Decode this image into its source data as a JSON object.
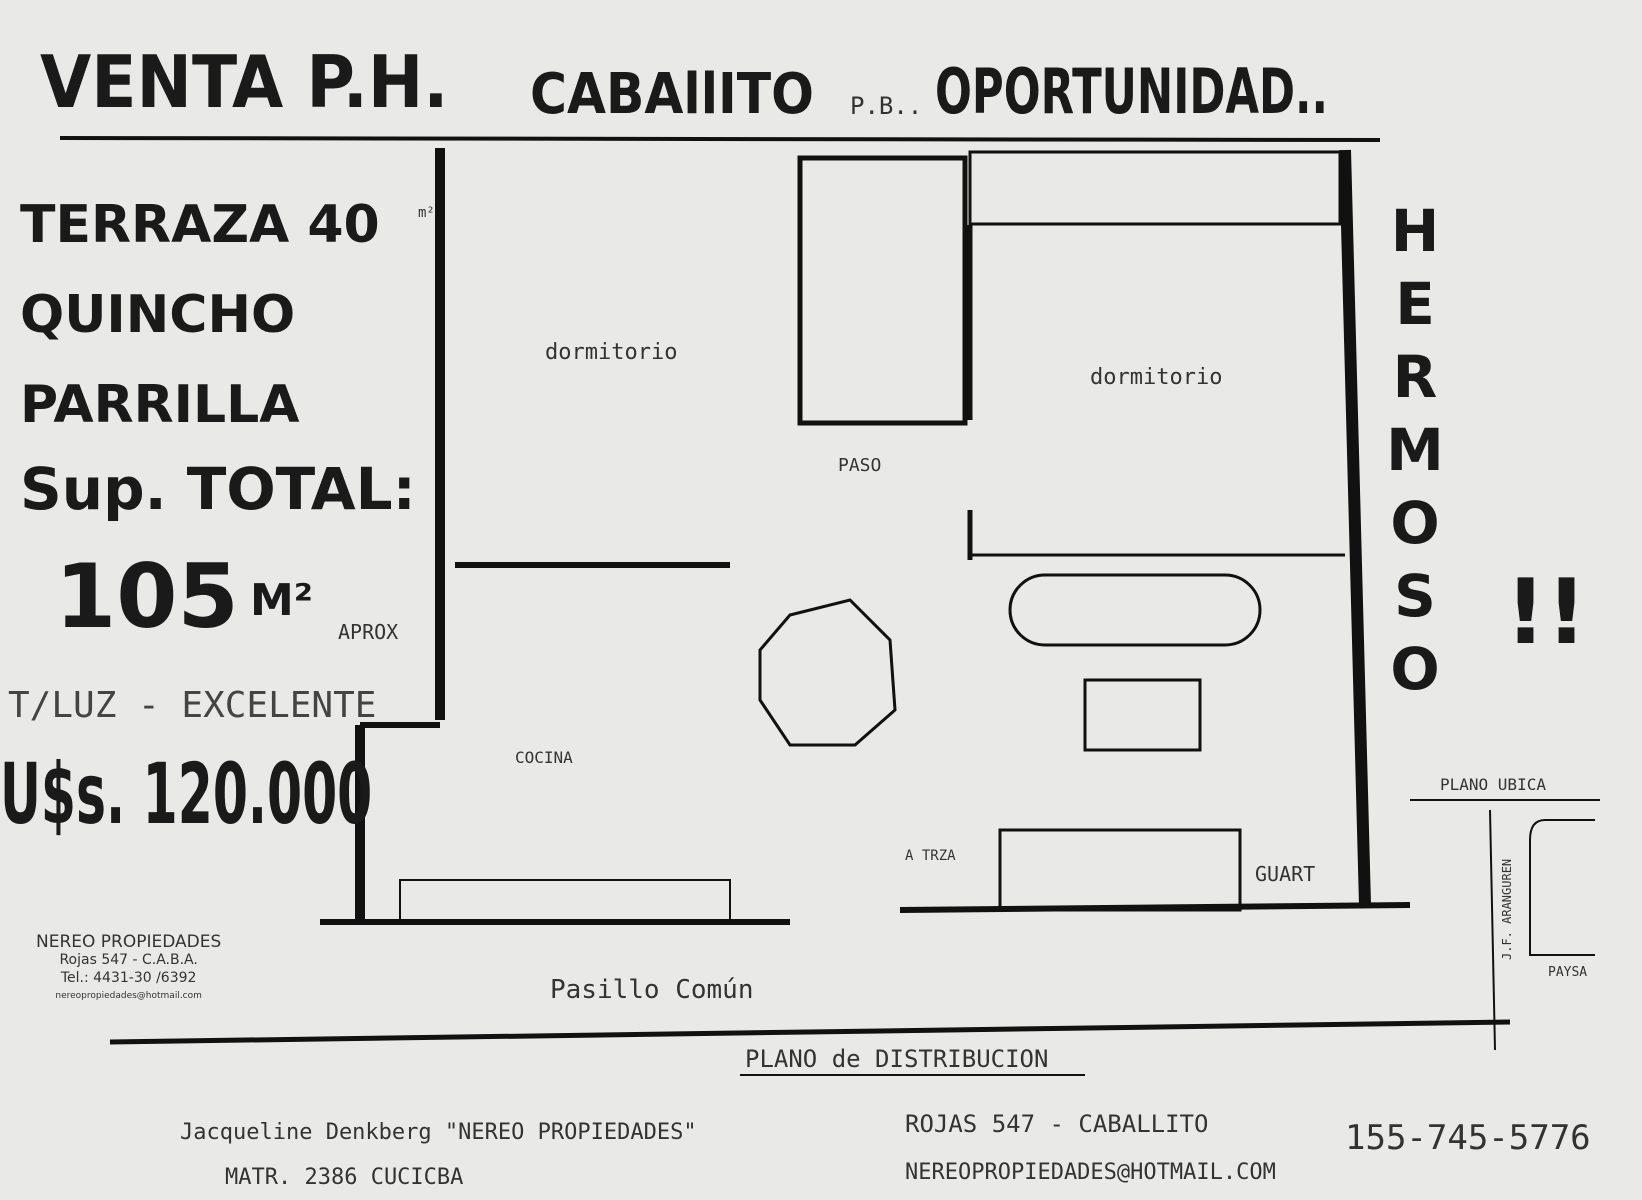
{
  "header": {
    "title": "VENTA P.H.",
    "neighborhood": "CABAllITO",
    "floor": "P.B..",
    "tagline": "OPORTUNIDAD.."
  },
  "features": [
    "TERRAZA 40",
    "QUINCHO",
    "PARRILLA"
  ],
  "features_unit": "m²",
  "surface": {
    "label": "Sup. TOTAL:",
    "value": "105",
    "unit": "M²",
    "note": "APROX"
  },
  "condition": "T/LUZ - EXCELENTE",
  "price": "U$s. 120.000",
  "side_text": "HERMOSO",
  "side_exclaim": "!!",
  "rooms": {
    "bedroom1": "dormitorio",
    "bedroom2": "dormitorio",
    "hall": "PASO",
    "kitchen": "COCINA",
    "terrace_access": "A TRZA",
    "storage": "GUART",
    "corridor": "Pasillo Común"
  },
  "plan_title": "PLANO de DISTRIBUCION",
  "location_map": {
    "title": "PLANO UBICA",
    "street1": "J.F. ARANGUREN",
    "street2": "PAYSA"
  },
  "agency_stamp": {
    "name": "NEREO PROPIEDADES",
    "address": "Rojas 547 - C.A.B.A.",
    "phone": "Tel.: 4431-30 /6392",
    "email": "nereopropiedades@hotmail.com"
  },
  "footer": {
    "agent": "Jacqueline Denkberg \"NEREO PROPIEDADES\"",
    "license": "MATR. 2386 CUCICBA",
    "address": "ROJAS 547 - CABALLITO",
    "email": "NEREOPROPIEDADES@HOTMAIL.COM",
    "phone": "155-745-5776"
  }
}
